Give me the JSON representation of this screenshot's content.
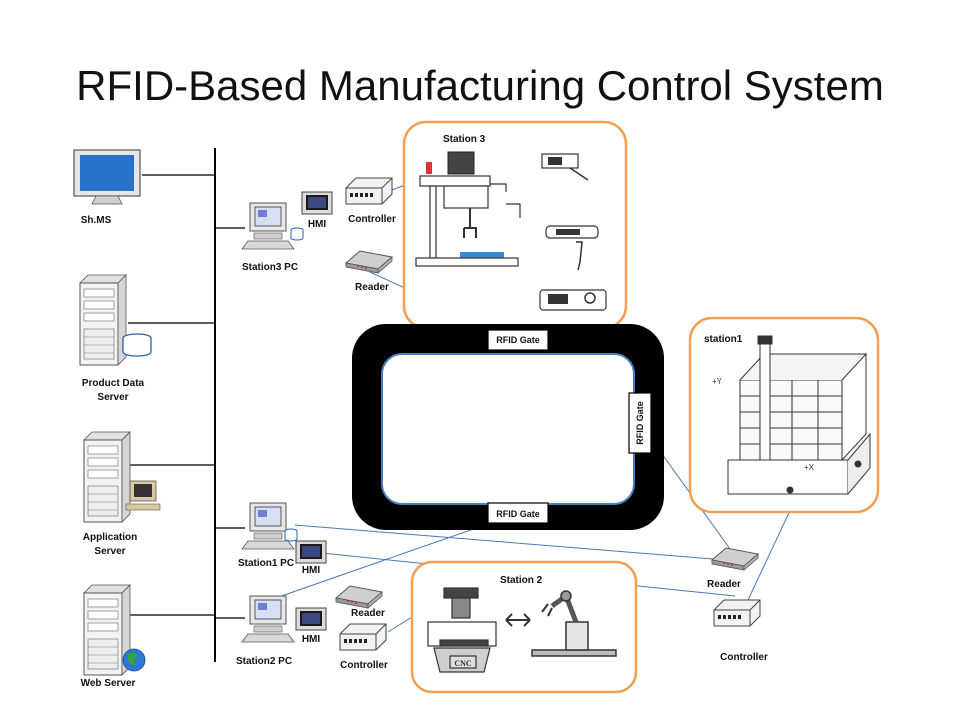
{
  "title": "RFID-Based Manufacturing Control System",
  "servers": {
    "shms": "Sh.MS",
    "product_data_1": "Product Data",
    "product_data_2": "Server",
    "application_1": "Application",
    "application_2": "Server",
    "web": "Web Server"
  },
  "station3": {
    "title": "Station 3",
    "pc": "Station3 PC",
    "hmi": "HMI",
    "controller": "Controller",
    "reader": "Reader"
  },
  "station1": {
    "title": "station1",
    "pc": "Station1 PC",
    "hmi": "HMI",
    "reader": "Reader",
    "controller": "Controller"
  },
  "station2": {
    "title": "Station 2",
    "pc": "Station2 PC",
    "hmi": "HMI",
    "reader": "Reader",
    "controller": "Controller",
    "cnc": "CNC"
  },
  "gates": {
    "top": "RFID Gate",
    "right": "RFID Gate",
    "bottom": "RFID Gate"
  },
  "colors": {
    "panel_border": "#f0a050",
    "track": "#000000",
    "track_inner": "#4a7fc0",
    "link": "#4a78b8",
    "screen": "#d8dff5"
  }
}
